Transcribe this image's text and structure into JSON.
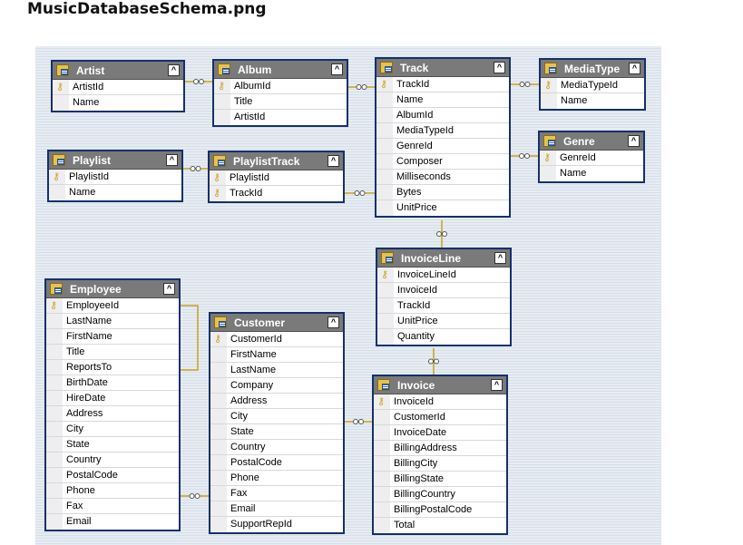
{
  "page_title": "MusicDatabaseSchema.png",
  "collapse_icon_glyph": "⏶",
  "key_icon_glyph": "⚷",
  "colors": {
    "header": "#7a7a7a",
    "border": "#15306b",
    "connector": "#c9a21a",
    "background": "#e6ecf2"
  },
  "tables": [
    {
      "id": "artist",
      "name": "Artist",
      "columns": [
        {
          "name": "ArtistId",
          "pk": true
        },
        {
          "name": "Name",
          "pk": false
        }
      ]
    },
    {
      "id": "album",
      "name": "Album",
      "columns": [
        {
          "name": "AlbumId",
          "pk": true
        },
        {
          "name": "Title",
          "pk": false
        },
        {
          "name": "ArtistId",
          "pk": false
        }
      ]
    },
    {
      "id": "track",
      "name": "Track",
      "columns": [
        {
          "name": "TrackId",
          "pk": true
        },
        {
          "name": "Name",
          "pk": false
        },
        {
          "name": "AlbumId",
          "pk": false
        },
        {
          "name": "MediaTypeId",
          "pk": false
        },
        {
          "name": "GenreId",
          "pk": false
        },
        {
          "name": "Composer",
          "pk": false
        },
        {
          "name": "Milliseconds",
          "pk": false
        },
        {
          "name": "Bytes",
          "pk": false
        },
        {
          "name": "UnitPrice",
          "pk": false
        }
      ]
    },
    {
      "id": "mediatype",
      "name": "MediaType",
      "columns": [
        {
          "name": "MediaTypeId",
          "pk": true
        },
        {
          "name": "Name",
          "pk": false
        }
      ]
    },
    {
      "id": "genre",
      "name": "Genre",
      "columns": [
        {
          "name": "GenreId",
          "pk": true
        },
        {
          "name": "Name",
          "pk": false
        }
      ]
    },
    {
      "id": "playlist",
      "name": "Playlist",
      "columns": [
        {
          "name": "PlaylistId",
          "pk": true
        },
        {
          "name": "Name",
          "pk": false
        }
      ]
    },
    {
      "id": "playlisttrack",
      "name": "PlaylistTrack",
      "columns": [
        {
          "name": "PlaylistId",
          "pk": true
        },
        {
          "name": "TrackId",
          "pk": true
        }
      ]
    },
    {
      "id": "invoiceline",
      "name": "InvoiceLine",
      "columns": [
        {
          "name": "InvoiceLineId",
          "pk": true
        },
        {
          "name": "InvoiceId",
          "pk": false
        },
        {
          "name": "TrackId",
          "pk": false
        },
        {
          "name": "UnitPrice",
          "pk": false
        },
        {
          "name": "Quantity",
          "pk": false
        }
      ]
    },
    {
      "id": "employee",
      "name": "Employee",
      "columns": [
        {
          "name": "EmployeeId",
          "pk": true
        },
        {
          "name": "LastName",
          "pk": false
        },
        {
          "name": "FirstName",
          "pk": false
        },
        {
          "name": "Title",
          "pk": false
        },
        {
          "name": "ReportsTo",
          "pk": false
        },
        {
          "name": "BirthDate",
          "pk": false
        },
        {
          "name": "HireDate",
          "pk": false
        },
        {
          "name": "Address",
          "pk": false
        },
        {
          "name": "City",
          "pk": false
        },
        {
          "name": "State",
          "pk": false
        },
        {
          "name": "Country",
          "pk": false
        },
        {
          "name": "PostalCode",
          "pk": false
        },
        {
          "name": "Phone",
          "pk": false
        },
        {
          "name": "Fax",
          "pk": false
        },
        {
          "name": "Email",
          "pk": false
        }
      ]
    },
    {
      "id": "customer",
      "name": "Customer",
      "columns": [
        {
          "name": "CustomerId",
          "pk": true
        },
        {
          "name": "FirstName",
          "pk": false
        },
        {
          "name": "LastName",
          "pk": false
        },
        {
          "name": "Company",
          "pk": false
        },
        {
          "name": "Address",
          "pk": false
        },
        {
          "name": "City",
          "pk": false
        },
        {
          "name": "State",
          "pk": false
        },
        {
          "name": "Country",
          "pk": false
        },
        {
          "name": "PostalCode",
          "pk": false
        },
        {
          "name": "Phone",
          "pk": false
        },
        {
          "name": "Fax",
          "pk": false
        },
        {
          "name": "Email",
          "pk": false
        },
        {
          "name": "SupportRepId",
          "pk": false
        }
      ]
    },
    {
      "id": "invoice",
      "name": "Invoice",
      "columns": [
        {
          "name": "InvoiceId",
          "pk": true
        },
        {
          "name": "CustomerId",
          "pk": false
        },
        {
          "name": "InvoiceDate",
          "pk": false
        },
        {
          "name": "BillingAddress",
          "pk": false
        },
        {
          "name": "BillingCity",
          "pk": false
        },
        {
          "name": "BillingState",
          "pk": false
        },
        {
          "name": "BillingCountry",
          "pk": false
        },
        {
          "name": "BillingPostalCode",
          "pk": false
        },
        {
          "name": "Total",
          "pk": false
        }
      ]
    }
  ],
  "relationships": [
    {
      "from": "artist",
      "to": "album"
    },
    {
      "from": "album",
      "to": "track"
    },
    {
      "from": "mediatype",
      "to": "track"
    },
    {
      "from": "genre",
      "to": "track"
    },
    {
      "from": "playlist",
      "to": "playlisttrack"
    },
    {
      "from": "track",
      "to": "playlisttrack"
    },
    {
      "from": "track",
      "to": "invoiceline"
    },
    {
      "from": "invoice",
      "to": "invoiceline"
    },
    {
      "from": "employee",
      "to": "employee"
    },
    {
      "from": "employee",
      "to": "customer"
    },
    {
      "from": "customer",
      "to": "invoice"
    }
  ]
}
